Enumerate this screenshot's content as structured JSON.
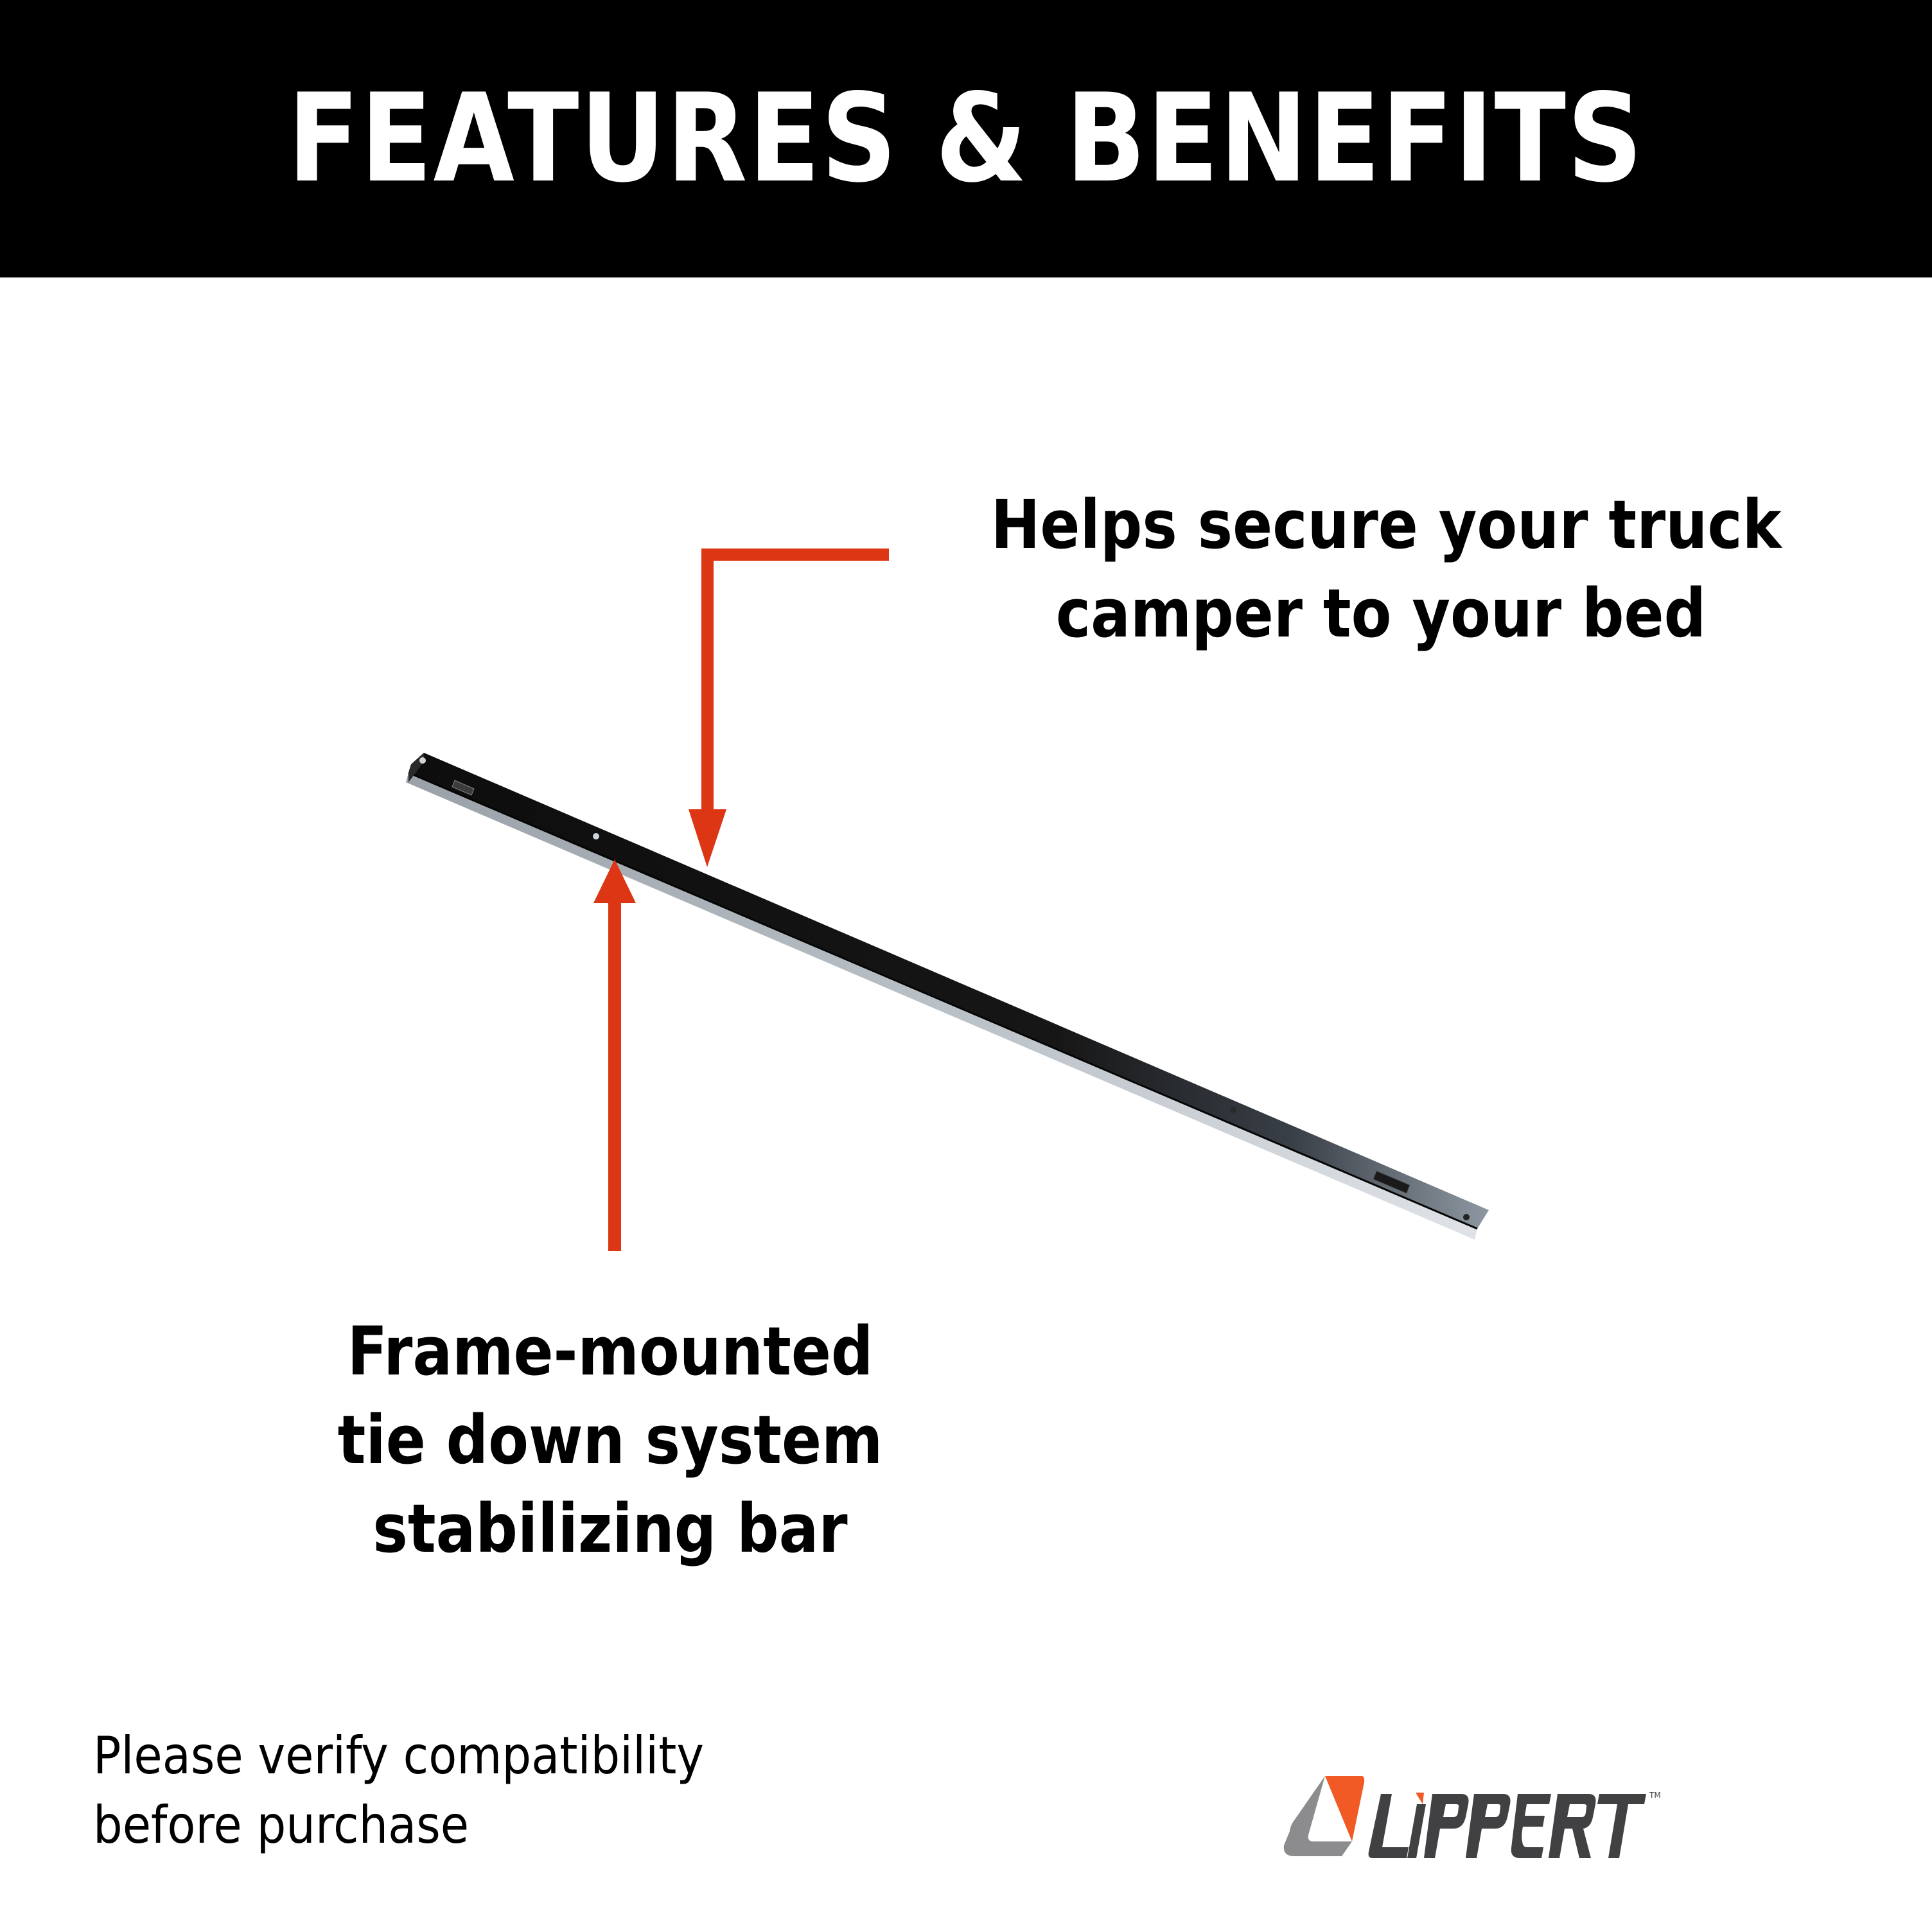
{
  "header": {
    "title": "FEATURES & BENEFITS",
    "background": "#000000",
    "text_color": "#ffffff"
  },
  "callouts": {
    "top": {
      "lines": [
        "Helps secure your truck",
        "camper to your bed"
      ]
    },
    "bottom": {
      "lines": [
        "Frame-mounted",
        "tie down system",
        "stabilizing bar"
      ]
    }
  },
  "arrows": {
    "color": "#dc3614",
    "pointer_top": "arrow-down-icon",
    "pointer_bottom": "arrow-up-icon"
  },
  "product": {
    "name": "stabilizing-bar",
    "finish_colors": [
      "#111111",
      "#9aa3ab",
      "#d4d9de"
    ]
  },
  "disclaimer": {
    "lines": [
      "Please verify compatibility",
      "before purchase"
    ]
  },
  "logo": {
    "text": "LIPPERT",
    "trademark": "TM",
    "text_color": "#414042",
    "accent_color": "#f15a24",
    "mark_gray": "#8c8c8e"
  }
}
